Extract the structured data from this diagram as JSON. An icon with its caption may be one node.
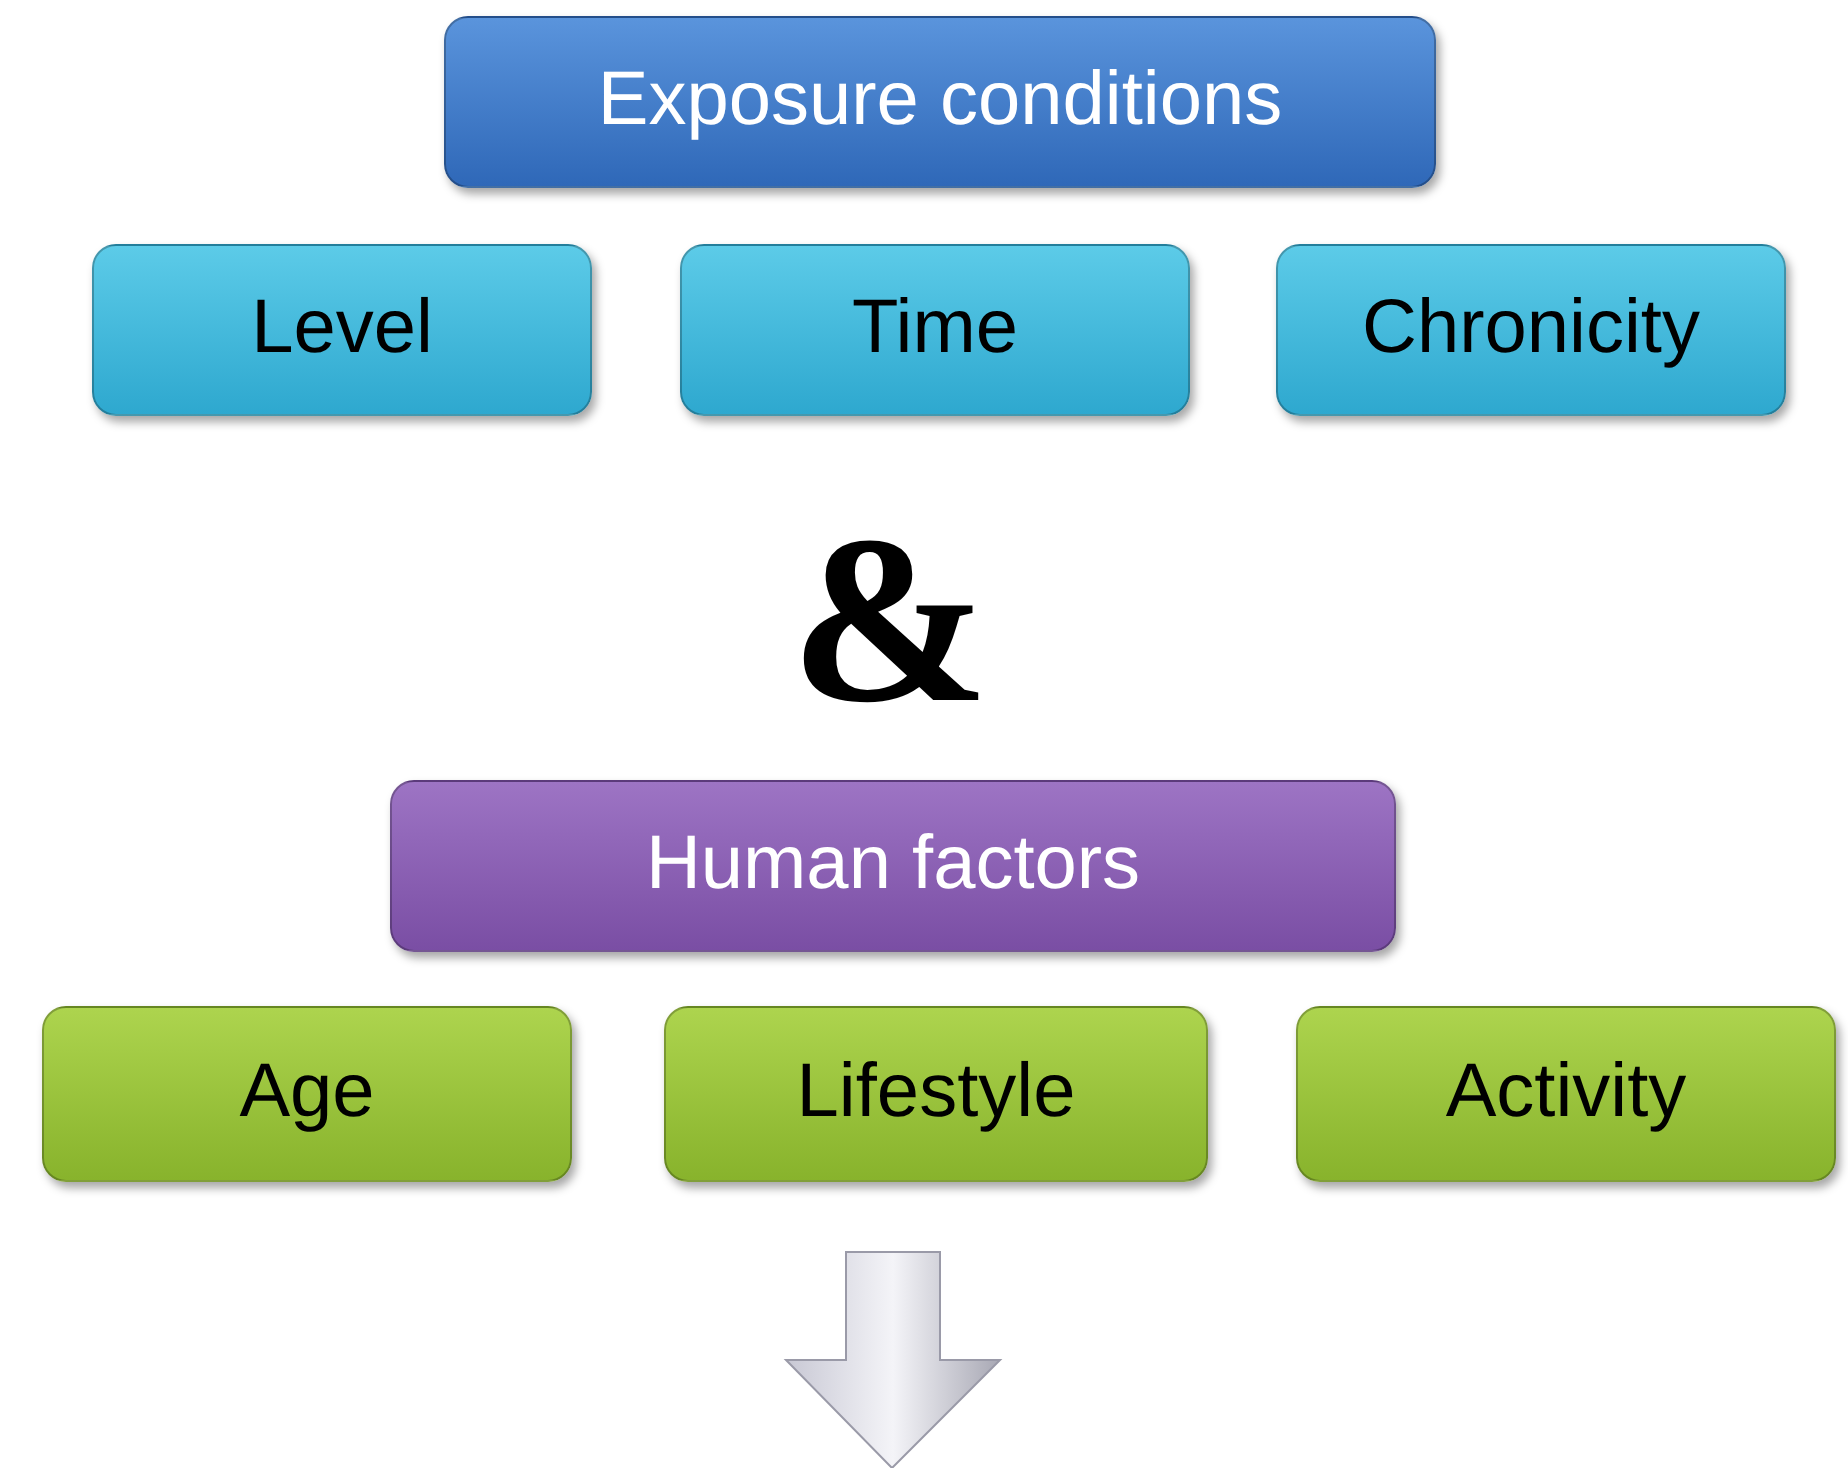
{
  "diagram": {
    "nodes": [
      {
        "text": [
          "Exposure conditions"
        ]
      },
      {
        "text": [
          "Level"
        ]
      },
      {
        "text": [
          "Time"
        ]
      },
      {
        "text": [
          "Chronicity"
        ]
      },
      {
        "text": [
          "Human factors"
        ]
      },
      {
        "text": [
          "Age"
        ]
      },
      {
        "text": [
          "Lifestyle"
        ]
      },
      {
        "text": [
          "Activity"
        ]
      }
    ],
    "labels": [
      "&"
    ]
  }
}
